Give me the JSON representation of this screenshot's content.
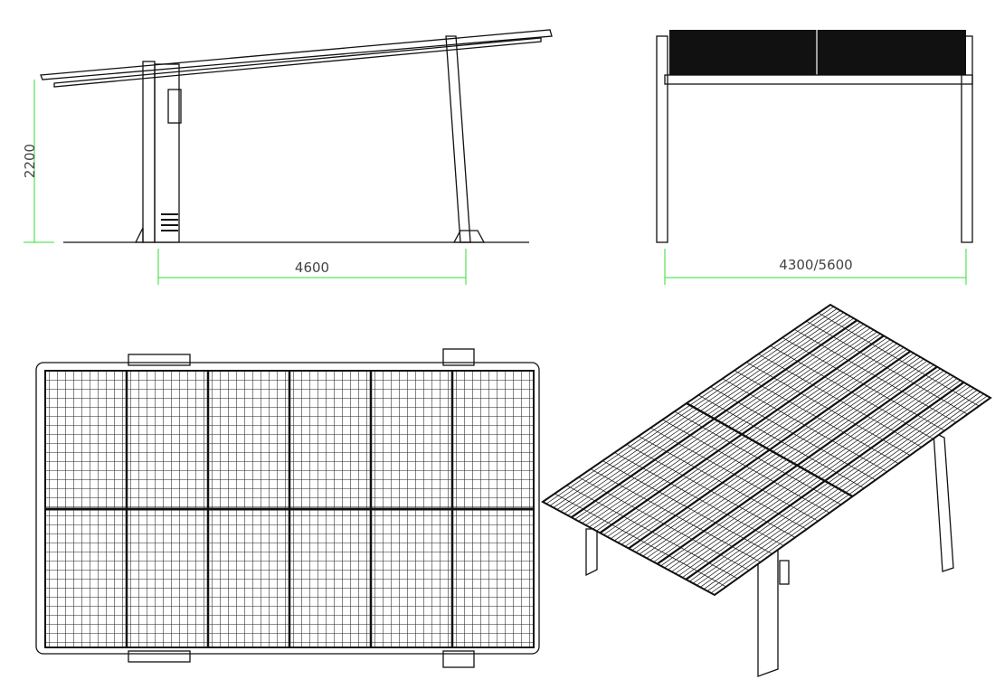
{
  "side_view": {
    "height_dimension": "2200",
    "span_dimension": "4600"
  },
  "front_view": {
    "width_dimension": "4300/5600"
  },
  "top_view": {
    "module_columns": 6,
    "module_rows": 2
  },
  "iso_view": {
    "module_columns": 6,
    "module_rows": 2
  },
  "colors": {
    "line": "#111111",
    "dimension": "#33dd33",
    "panel_fill": "#111111"
  }
}
